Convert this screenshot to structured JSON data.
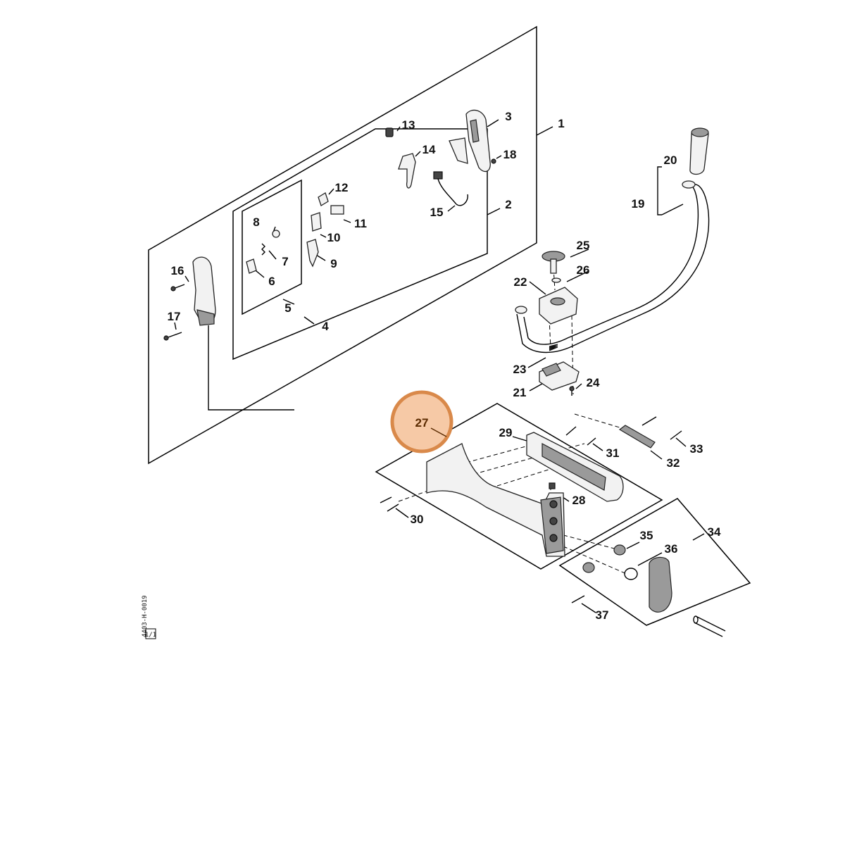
{
  "diagram": {
    "part_numbers": [
      "1",
      "2",
      "3",
      "4",
      "5",
      "6",
      "7",
      "8",
      "9",
      "10",
      "11",
      "12",
      "13",
      "14",
      "15",
      "16",
      "17",
      "18",
      "19",
      "20",
      "21",
      "22",
      "23",
      "24",
      "25",
      "26",
      "27",
      "28",
      "29",
      "30",
      "31",
      "32",
      "33",
      "34",
      "35",
      "36",
      "37"
    ],
    "highlighted_part": "27",
    "highlight_color": "#d9894a",
    "highlight_fill": "#f6c9a6",
    "vertical_code": "4403-H-0019",
    "code_badge": "1/1"
  }
}
